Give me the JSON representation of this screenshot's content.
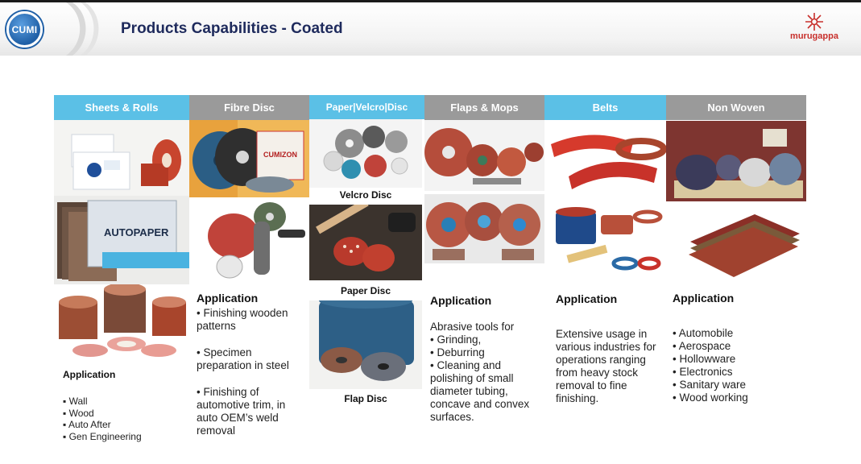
{
  "header": {
    "logo_text": "CUMI",
    "title": "Products Capabilities - Coated",
    "brand": "murugappa"
  },
  "columns": [
    {
      "header": "Sheets & Rolls",
      "color": "#5bc0e6"
    },
    {
      "header": "Fibre Disc",
      "color": "#9a9a9a"
    },
    {
      "header": "Paper|Velcro|Disc",
      "color": "#5bc0e6"
    },
    {
      "header": "Flaps & Mops",
      "color": "#9a9a9a"
    },
    {
      "header": "Belts",
      "color": "#5bc0e6"
    },
    {
      "header": "Non Woven",
      "color": "#9a9a9a"
    }
  ],
  "captions": {
    "velcro": "Velcro Disc",
    "paper": "Paper Disc",
    "flap": "Flap Disc"
  },
  "product_labels": {
    "autopaper": "AUTOPAPER",
    "cumizon": "CUMIZON"
  },
  "sheets": {
    "app_head": "Application",
    "items": [
      "Wall",
      "Wood",
      "Auto After",
      "Gen Engineering"
    ]
  },
  "fibre": {
    "app_head": "Application",
    "items": [
      "• Finishing wooden patterns",
      "• Specimen preparation in steel",
      "• Finishing of automotive trim, in auto OEM’s  weld removal"
    ]
  },
  "flaps": {
    "app_head": "Application",
    "intro": "Abrasive tools for",
    "items": [
      "•    Grinding,",
      "•    Deburring",
      "•    Cleaning and polishing of  small diameter tubing, concave and convex surfaces."
    ]
  },
  "belts": {
    "app_head": "Application",
    "text": "Extensive usage in various industries for operations ranging from heavy stock removal to fine finishing."
  },
  "nonwoven": {
    "app_head": "Application",
    "items": [
      "• Automobile",
      "• Aerospace",
      "• Hollowware",
      "• Electronics",
      "• Sanitary ware",
      "• Wood working"
    ]
  }
}
